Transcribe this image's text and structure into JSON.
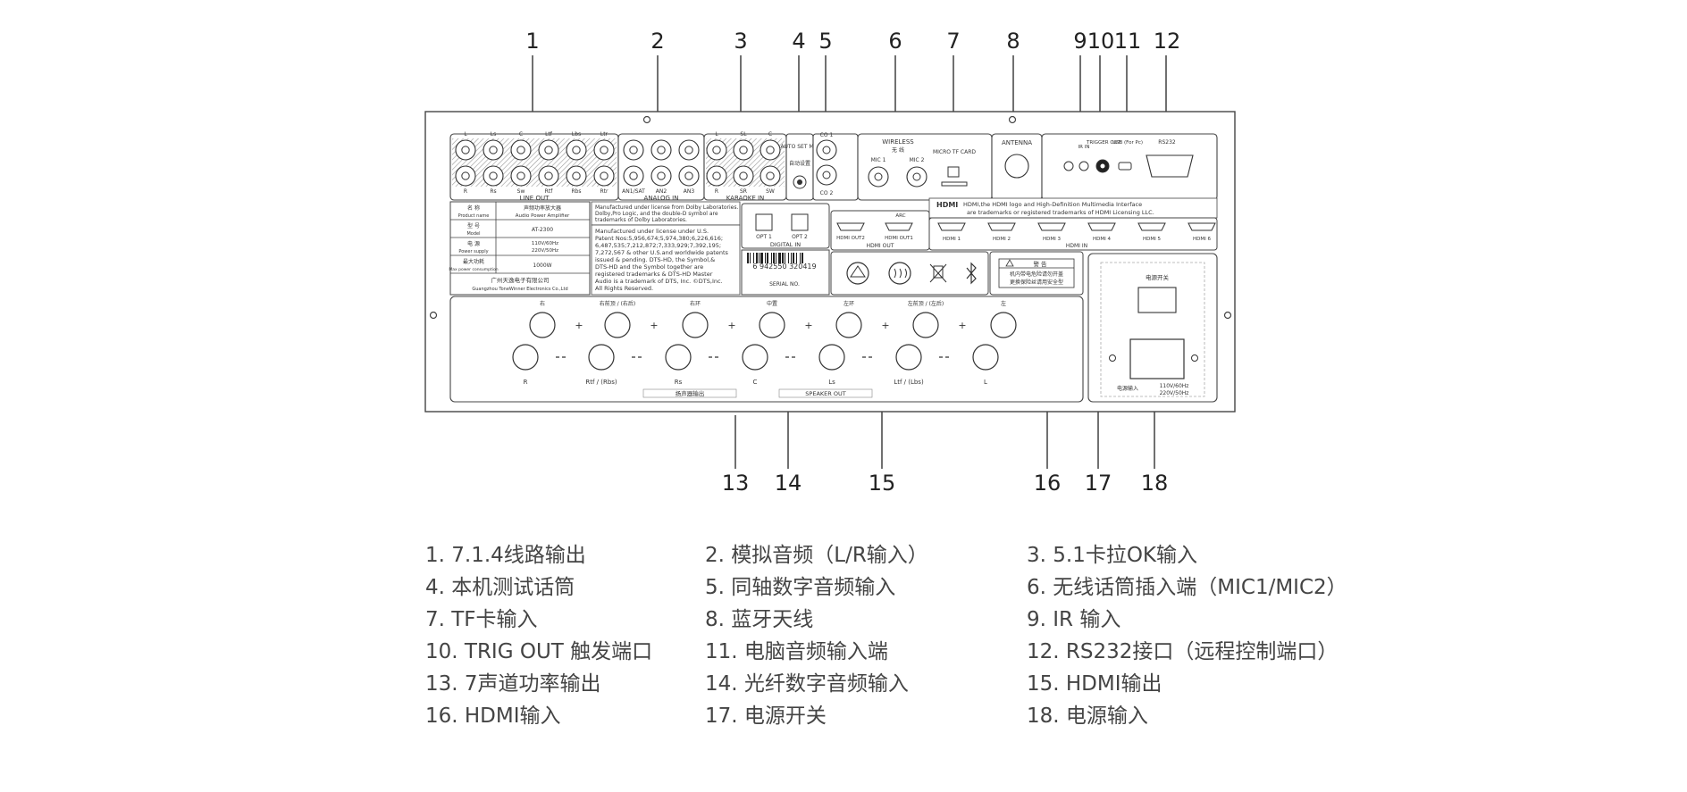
{
  "callouts": [
    "1",
    "2",
    "3",
    "4",
    "5",
    "6",
    "7",
    "8",
    "9",
    "10",
    "11",
    "12",
    "13",
    "14",
    "15",
    "16",
    "17",
    "18"
  ],
  "panel": {
    "line_out": {
      "top_labels": [
        "L",
        "Ls",
        "C",
        "Ltf",
        "Lbs",
        "Ltr"
      ],
      "bottom_labels": [
        "R",
        "Rs",
        "Sw",
        "Rtf",
        "Rbs",
        "Rtr"
      ],
      "title": "LINE OUT"
    },
    "analog_in": {
      "bottom_labels": [
        "AN1/SAT",
        "AN2",
        "AN3"
      ],
      "title": "ANALOG IN"
    },
    "karaoke_in": {
      "top_labels": [
        "L",
        "SL",
        "C"
      ],
      "bottom_labels": [
        "R",
        "SR",
        "SW"
      ],
      "title": "KARAOKE IN"
    },
    "auto_setmic": {
      "title_en": "AUTO SET MIC",
      "title_cn": "自动设置"
    },
    "coaxial": {
      "labels": [
        "CO 1",
        "CO 2"
      ]
    },
    "wireless": {
      "title_en": "WIRELESS",
      "title_cn": "无 线",
      "labels": [
        "MIC 1",
        "MIC 2"
      ]
    },
    "micro_tf": {
      "title": "MICRO TF CARD"
    },
    "antenna": {
      "title": "ANTENNA"
    },
    "control": {
      "labels": [
        "IR IN",
        "TRIGGER OUT",
        "USB (For Pc)",
        "RS232"
      ]
    },
    "hdmi_notice": {
      "logo": "HDMI",
      "line1": "HDMI,the HDMI logo and High-Definition Multimedia Interface",
      "line2": "are trademarks or registered trademarks of HDMI Licensing LLC."
    },
    "spec_table": {
      "rows": [
        {
          "k_cn": "名 称",
          "k_en": "Product name",
          "v_cn": "声频功率放大器",
          "v_en": "Audio Power Amplifier"
        },
        {
          "k_cn": "型 号",
          "k_en": "Model",
          "v_cn": "",
          "v_en": "AT-2300"
        },
        {
          "k_cn": "电 源",
          "k_en": "Power supply",
          "v_cn": "110V/60Hz",
          "v_en": "220V/50Hz"
        },
        {
          "k_cn": "最大功耗",
          "k_en": "Max power consumption",
          "v_cn": "",
          "v_en": "1000W"
        }
      ],
      "company_cn": "广州天逸电子有限公司",
      "company_en": "Guangzhou ToneWinner Electronics Co.,Ltd"
    },
    "dolby_text": [
      "Manufactured under license from Dolby Laboratories.",
      "Dolby,Pro Logic, and the double-D symbol are",
      "trademarks of Dolby Laboratories."
    ],
    "dts_text": [
      "Manufactured under license under U.S.",
      "Patent Nos:5,956,674;5,974,380;6,226,616;",
      "6,487,535;7,212,872;7,333,929;7,392,195;",
      "7,272,567 & other U.S.and worldwide patents",
      "issued & pending. DTS-HD, the Symbol,&",
      "DTS-HD and the Symbol together are",
      "registered trademarks & DTS-HD Master",
      "Audio is a trademark of DTS, Inc. ©DTS,Inc.",
      "All Rights Reserved."
    ],
    "digital_in": {
      "labels": [
        "OPT 1",
        "OPT 2"
      ],
      "title": "DIGITAL IN"
    },
    "hdmi_out": {
      "arc": "ARC",
      "labels": [
        "HDMI OUT2",
        "HDMI OUT1"
      ],
      "title": "HDMI OUT"
    },
    "hdmi_in": {
      "labels": [
        "HDMI 1",
        "HDMI 2",
        "HDMI 3",
        "HDMI 4",
        "HDMI 5",
        "HDMI 6"
      ],
      "title": "HDMI IN"
    },
    "barcode": {
      "number": "6 942550 320419",
      "serial": "SERIAL NO."
    },
    "warning": {
      "title": "警  告",
      "line1": "机内带电危险请勿开盖",
      "line2": "更换保险丝请用安全型"
    },
    "speakers": {
      "top_cn": [
        "右",
        "右前顶 / (右后)",
        "右环",
        "中置",
        "左环",
        "左前顶 / (左后)",
        "左"
      ],
      "bottom_en": [
        "R",
        "Rtf / (Rbs)",
        "Rs",
        "C",
        "Ls",
        "Ltf / (Lbs)",
        "L"
      ],
      "title_cn": "扬声器输出",
      "title_en": "SPEAKER OUT"
    },
    "power": {
      "switch_cn": "电源开关",
      "input_cn": "电源输入",
      "v1": "110V/60Hz",
      "v2": "220V/50Hz"
    }
  },
  "legend": [
    "1. 7.1.4线路输出",
    "2. 模拟音频（L/R输入）",
    "3. 5.1卡拉OK输入",
    "4. 本机测试话筒",
    "5. 同轴数字音频输入",
    "6. 无线话筒插入端（MIC1/MIC2）",
    "7. TF卡输入",
    "8. 蓝牙天线",
    "9.  IR 输入",
    "10. TRIG OUT 触发端口",
    "11. 电脑音频输入端",
    "12. RS232接口（远程控制端口）",
    "13. 7声道功率输出",
    "14. 光纤数字音频输入",
    "15. HDMI输出",
    "16. HDMI输入",
    "17. 电源开关",
    "18. 电源输入"
  ]
}
